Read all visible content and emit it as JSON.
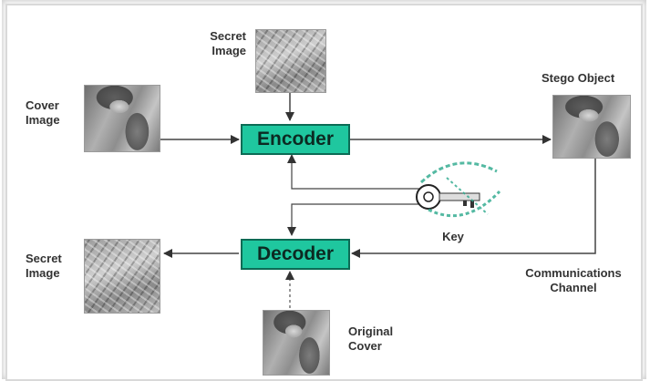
{
  "diagram": {
    "encoder_label": "Encoder",
    "decoder_label": "Decoder",
    "secret_image_top_label": "Secret\nImage",
    "cover_image_label": "Cover\nImage",
    "stego_object_label": "Stego Object",
    "secret_image_out_label": "Secret\nImage",
    "key_label": "Key",
    "channel_label": "Communications\nChannel",
    "original_cover_label": "Original\nCover",
    "colors": {
      "box_fill": "#1fc79f",
      "box_border": "#0c6b55",
      "line": "#444444",
      "key_stamp": "#2aa88c"
    }
  }
}
